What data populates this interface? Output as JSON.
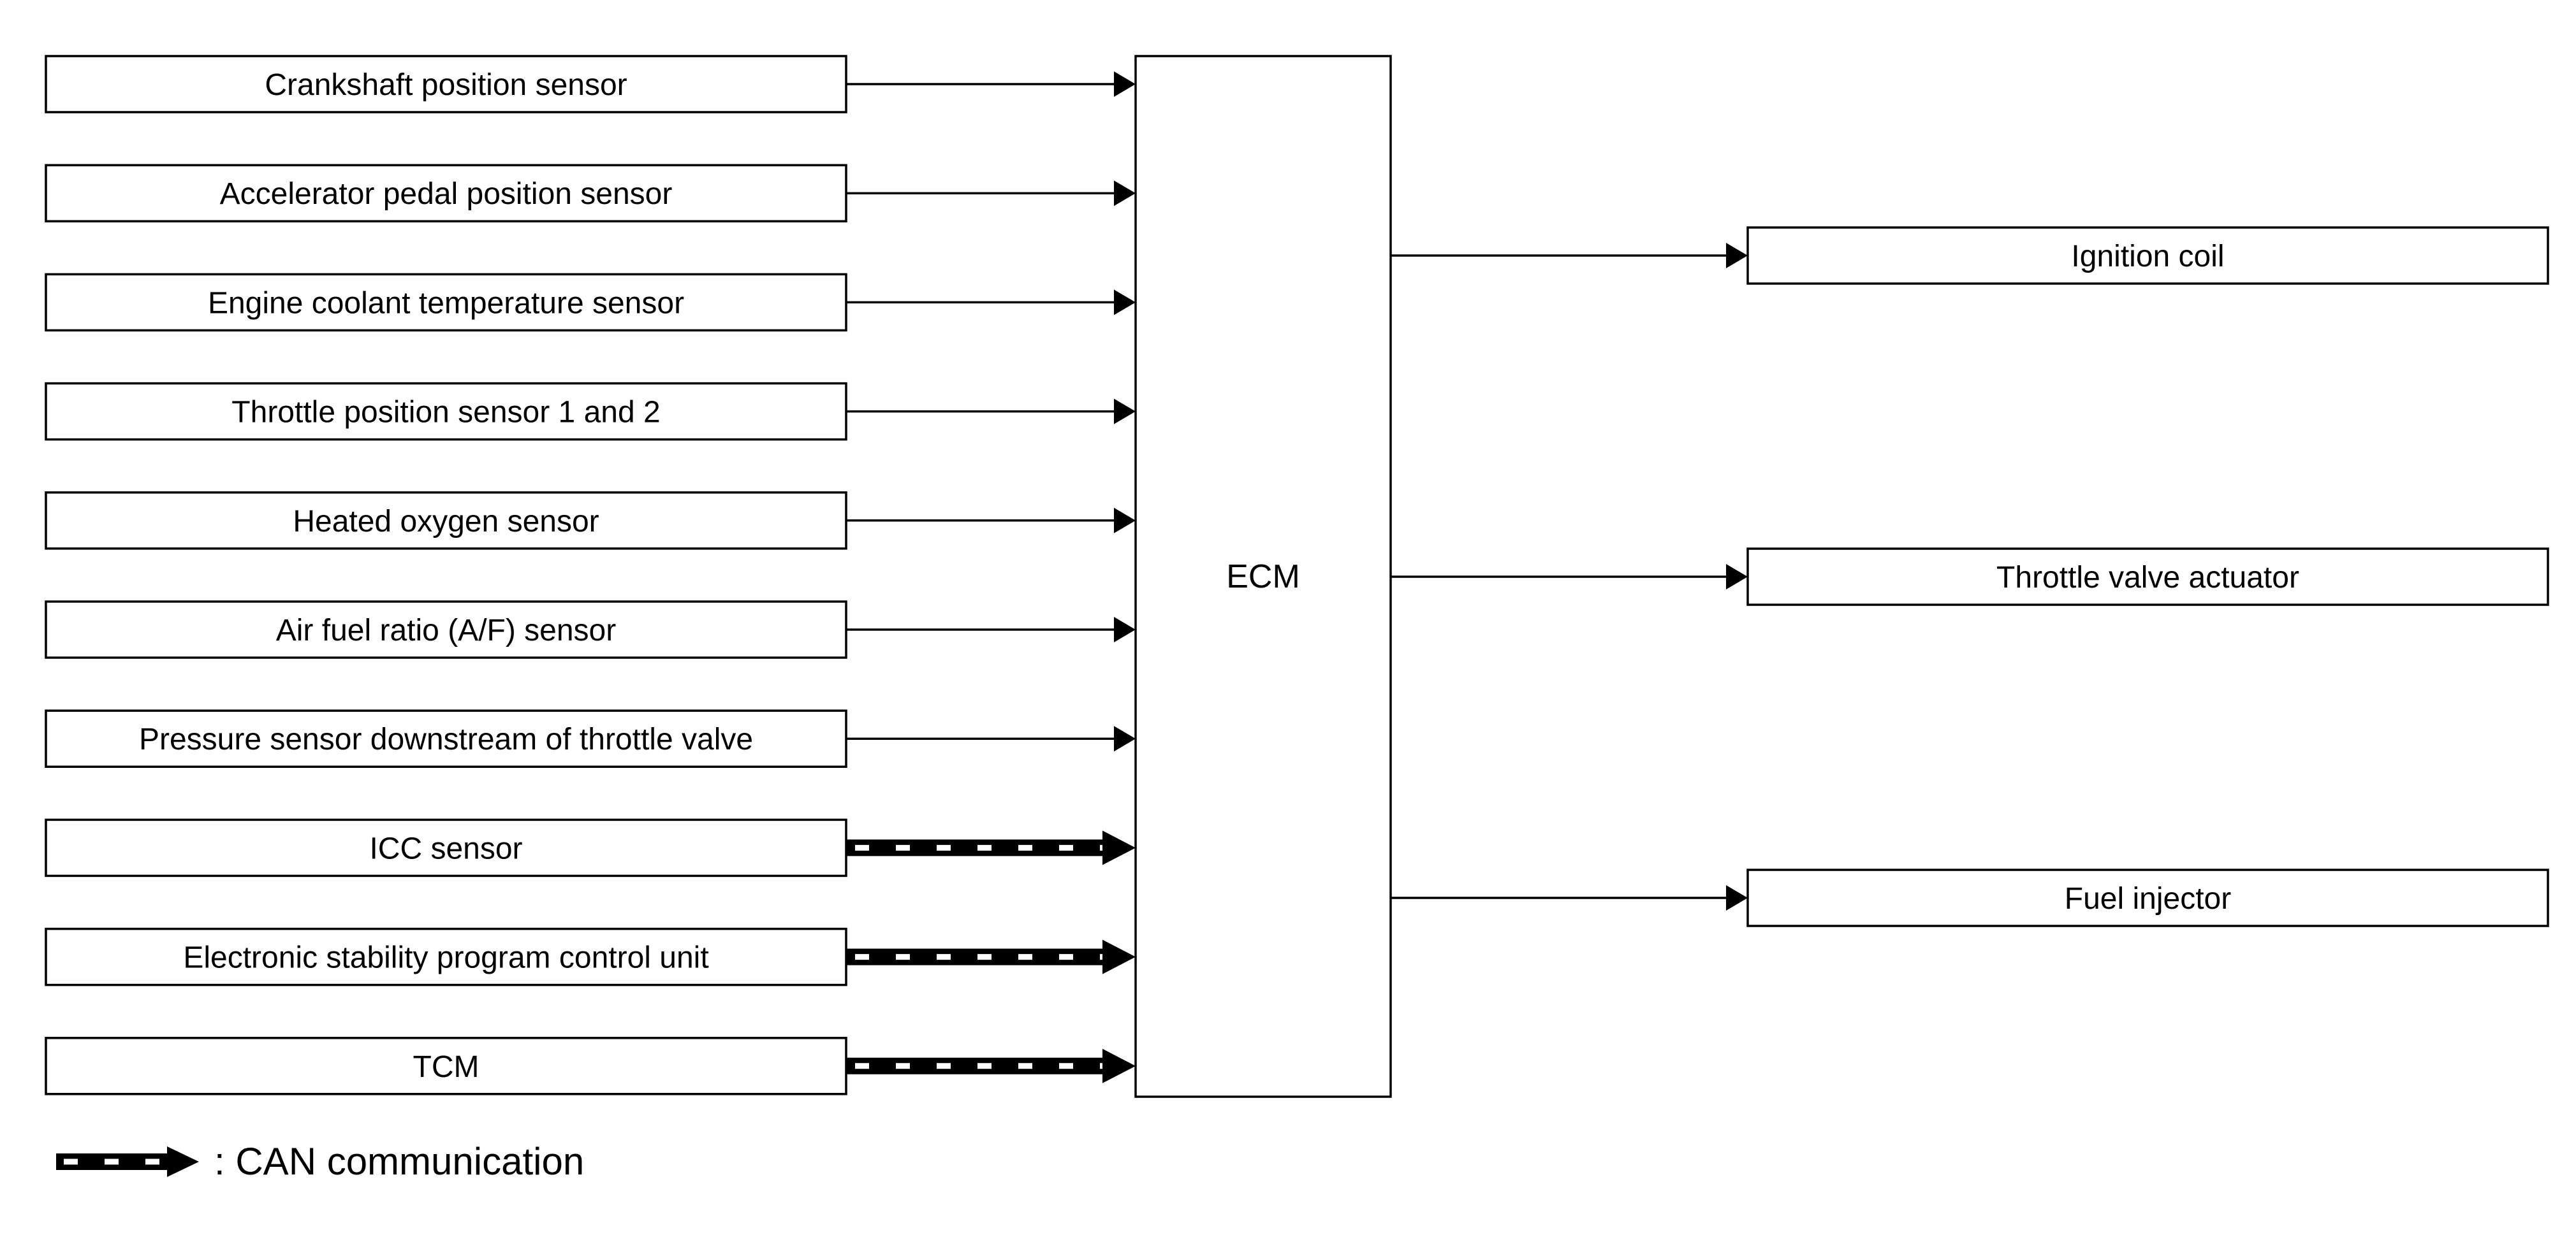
{
  "inputs": [
    {
      "label": "Crankshaft position sensor",
      "link": "wire"
    },
    {
      "label": "Accelerator pedal position sensor",
      "link": "wire"
    },
    {
      "label": "Engine coolant temperature sensor",
      "link": "wire"
    },
    {
      "label": "Throttle position sensor 1 and 2",
      "link": "wire"
    },
    {
      "label": "Heated oxygen sensor",
      "link": "wire"
    },
    {
      "label": "Air fuel ratio (A/F) sensor",
      "link": "wire"
    },
    {
      "label": "Pressure sensor downstream of throttle valve",
      "link": "wire"
    },
    {
      "label": "ICC sensor",
      "link": "can"
    },
    {
      "label": "Electronic stability program control unit",
      "link": "can"
    },
    {
      "label": "TCM",
      "link": "can"
    }
  ],
  "ecm": {
    "label": "ECM"
  },
  "outputs": [
    {
      "label": "Ignition coil"
    },
    {
      "label": "Throttle valve actuator"
    },
    {
      "label": "Fuel injector"
    }
  ],
  "legend": {
    "label": ": CAN communication"
  }
}
